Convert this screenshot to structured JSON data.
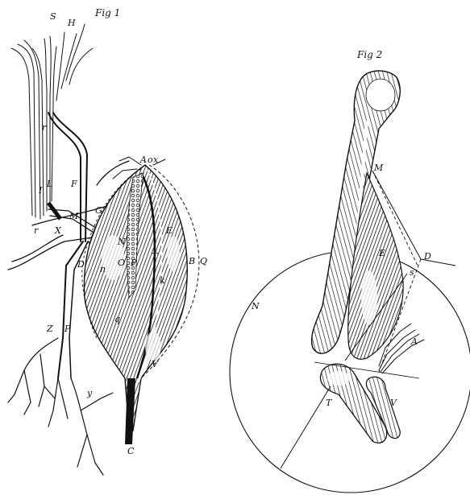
{
  "figures": [
    {
      "caption": "Fig 1",
      "labels": [
        "S",
        "H",
        "r",
        "L",
        "I",
        "F",
        "M",
        "G",
        "X",
        "D",
        "Z",
        "P",
        "y",
        "N",
        "O",
        "P",
        "n",
        "T",
        "B",
        "Q",
        "k",
        "V",
        "C",
        "A",
        "o",
        "x",
        "E",
        "r",
        "q"
      ]
    },
    {
      "caption": "Fig 2",
      "labels": [
        "M",
        "E",
        "D",
        "s",
        "A",
        "N",
        "T",
        "V"
      ]
    }
  ]
}
